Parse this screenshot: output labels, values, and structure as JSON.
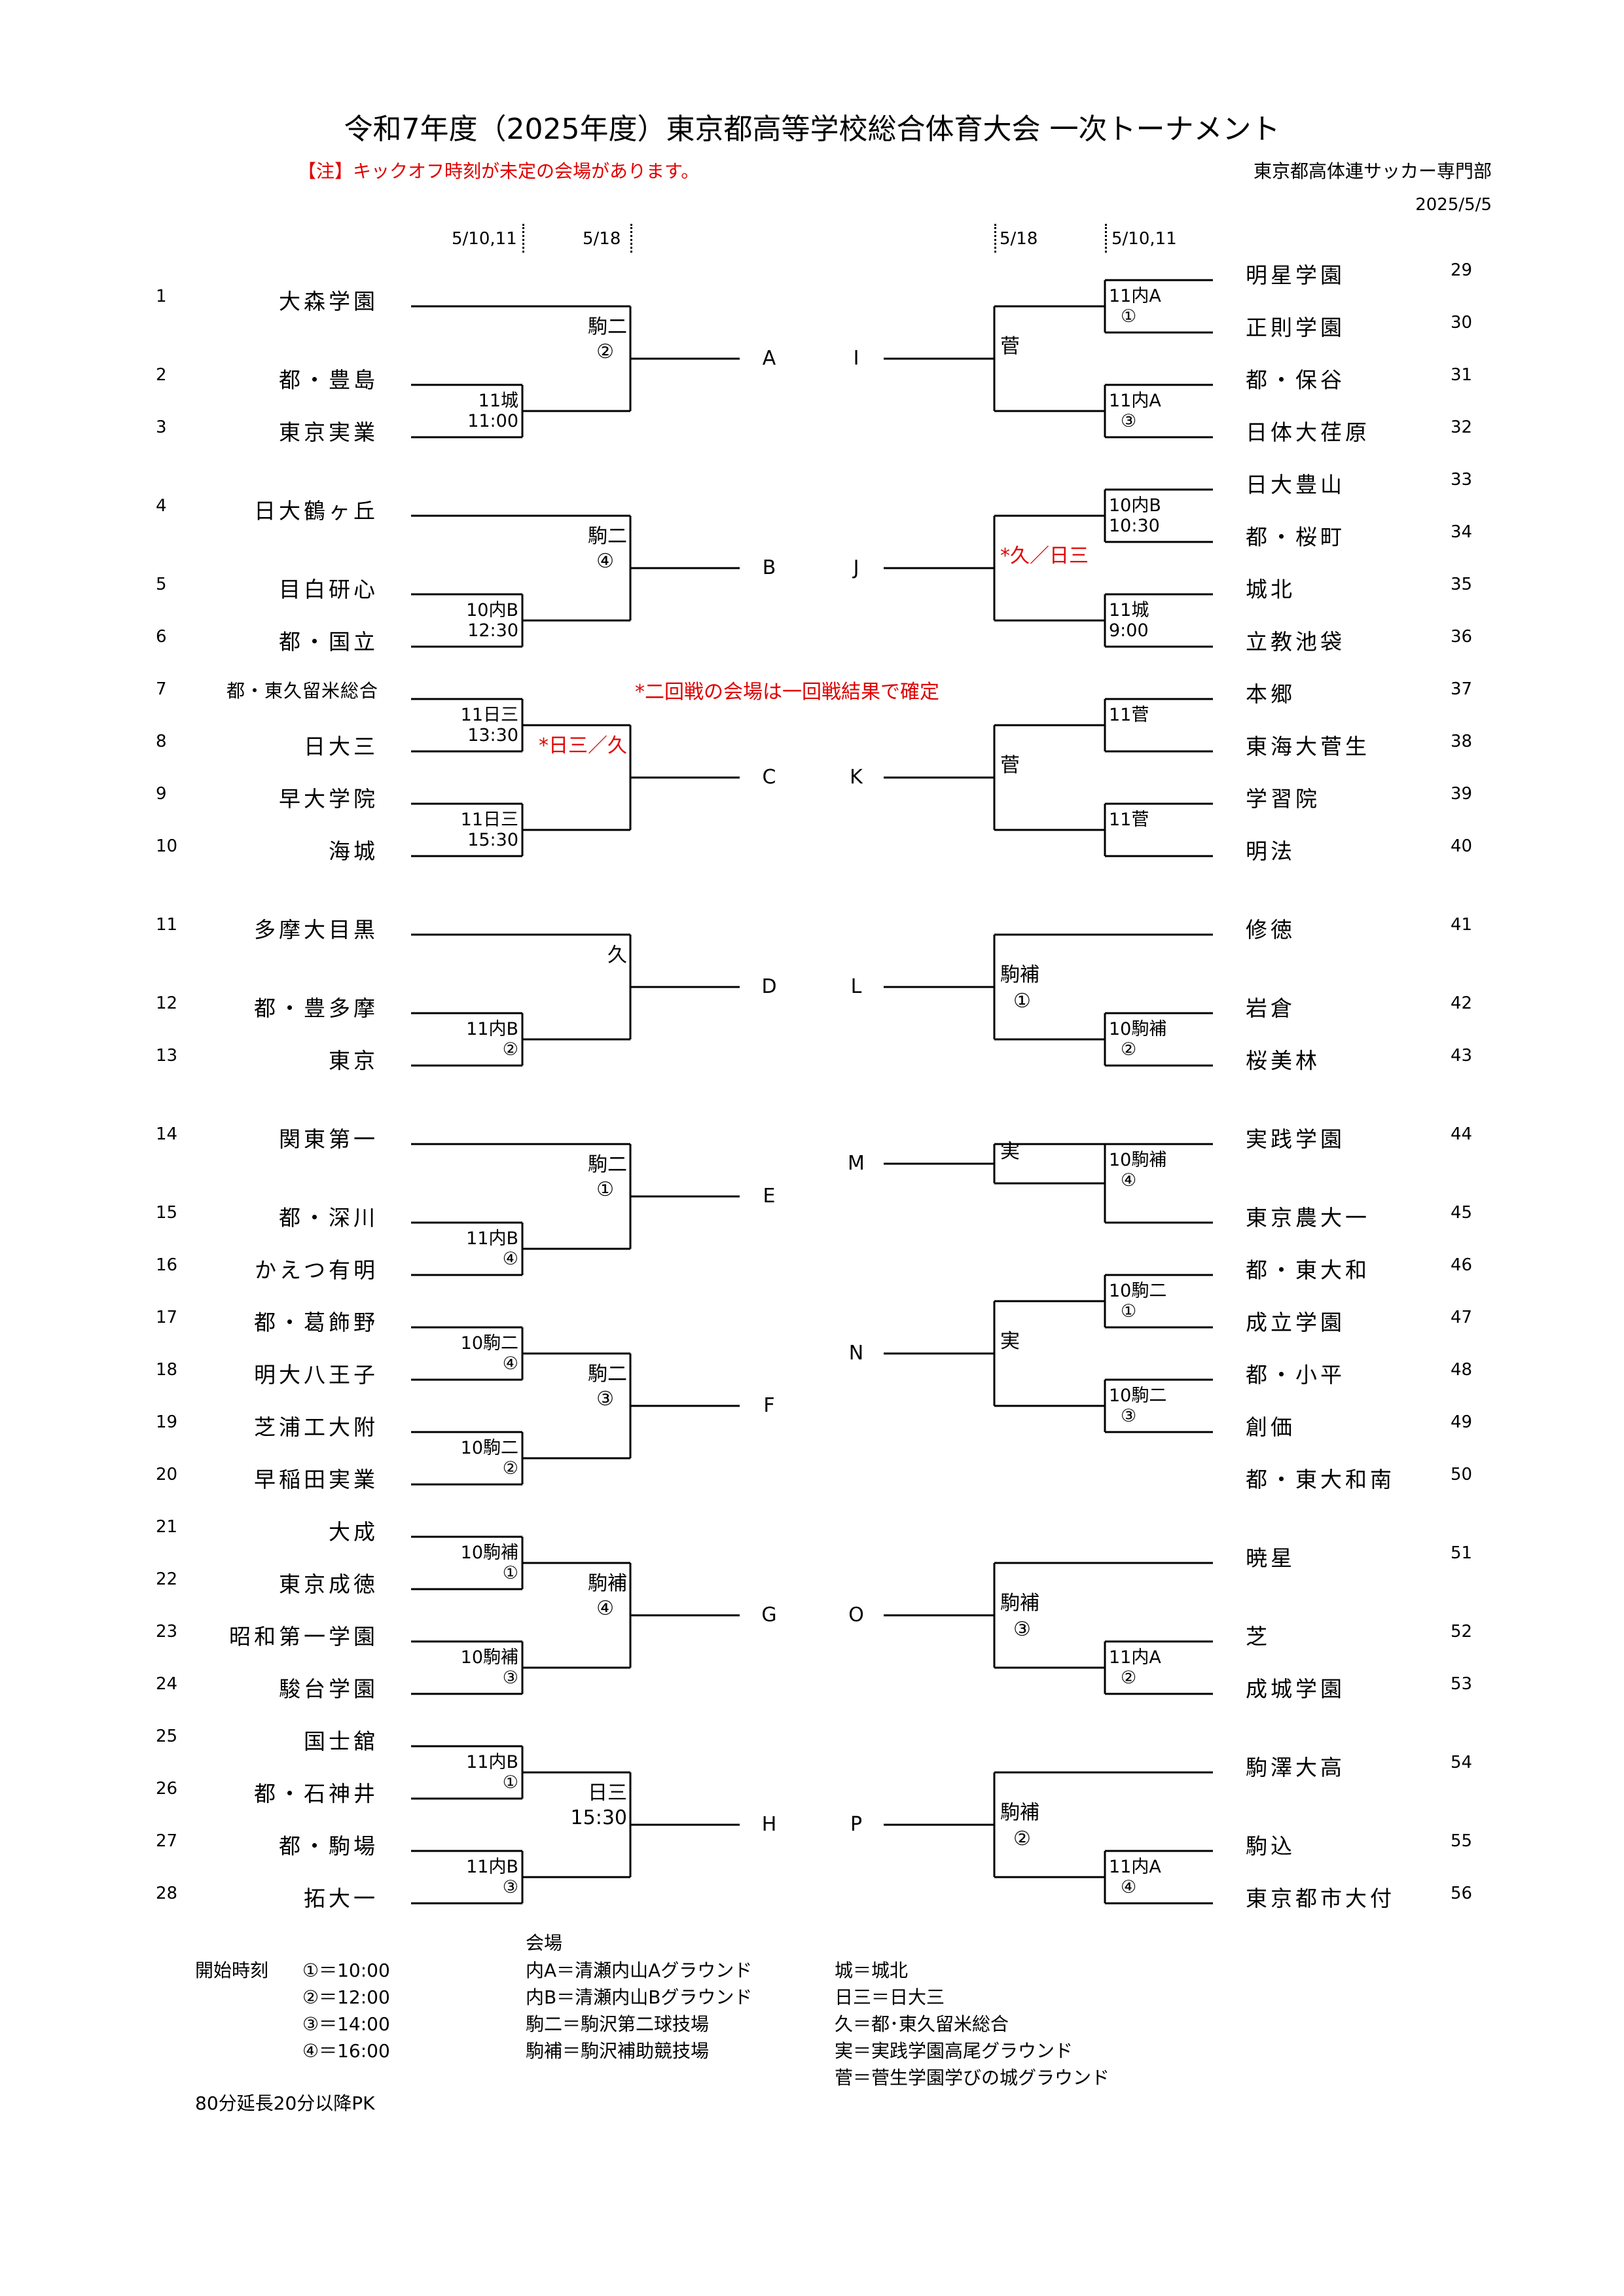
{
  "header": {
    "title": "令和7年度（2025年度）東京都高等学校総合体育大会 一次トーナメント",
    "note": "【注】キックオフ時刻が未定の会場があります。",
    "org": "東京都高体連サッカー専門部",
    "date": "2025/5/5"
  },
  "rounds": {
    "left_r1": "5/10,11",
    "left_r2": "5/18",
    "right_r2": "5/18",
    "right_r1": "5/10,11"
  },
  "teams": [
    {
      "n": "1",
      "name": "大森学園"
    },
    {
      "n": "2",
      "name": "都・豊島"
    },
    {
      "n": "3",
      "name": "東京実業"
    },
    {
      "n": "4",
      "name": "日大鶴ヶ丘"
    },
    {
      "n": "5",
      "name": "目白研心"
    },
    {
      "n": "6",
      "name": "都・国立"
    },
    {
      "n": "7",
      "name": "都・東久留米総合"
    },
    {
      "n": "8",
      "name": "日大三"
    },
    {
      "n": "9",
      "name": "早大学院"
    },
    {
      "n": "10",
      "name": "海城"
    },
    {
      "n": "11",
      "name": "多摩大目黒"
    },
    {
      "n": "12",
      "name": "都・豊多摩"
    },
    {
      "n": "13",
      "name": "東京"
    },
    {
      "n": "14",
      "name": "関東第一"
    },
    {
      "n": "15",
      "name": "都・深川"
    },
    {
      "n": "16",
      "name": "かえつ有明"
    },
    {
      "n": "17",
      "name": "都・葛飾野"
    },
    {
      "n": "18",
      "name": "明大八王子"
    },
    {
      "n": "19",
      "name": "芝浦工大附"
    },
    {
      "n": "20",
      "name": "早稲田実業"
    },
    {
      "n": "21",
      "name": "大成"
    },
    {
      "n": "22",
      "name": "東京成徳"
    },
    {
      "n": "23",
      "name": "昭和第一学園"
    },
    {
      "n": "24",
      "name": "駿台学園"
    },
    {
      "n": "25",
      "name": "国士舘"
    },
    {
      "n": "26",
      "name": "都・石神井"
    },
    {
      "n": "27",
      "name": "都・駒場"
    },
    {
      "n": "28",
      "name": "拓大一"
    },
    {
      "n": "29",
      "name": "明星学園"
    },
    {
      "n": "30",
      "name": "正則学園"
    },
    {
      "n": "31",
      "name": "都・保谷"
    },
    {
      "n": "32",
      "name": "日体大荏原"
    },
    {
      "n": "33",
      "name": "日大豊山"
    },
    {
      "n": "34",
      "name": "都・桜町"
    },
    {
      "n": "35",
      "name": "城北"
    },
    {
      "n": "36",
      "name": "立教池袋"
    },
    {
      "n": "37",
      "name": "本郷"
    },
    {
      "n": "38",
      "name": "東海大菅生"
    },
    {
      "n": "39",
      "name": "学習院"
    },
    {
      "n": "40",
      "name": "明法"
    },
    {
      "n": "41",
      "name": "修徳"
    },
    {
      "n": "42",
      "name": "岩倉"
    },
    {
      "n": "43",
      "name": "桜美林"
    },
    {
      "n": "44",
      "name": "実践学園"
    },
    {
      "n": "45",
      "name": "東京農大一"
    },
    {
      "n": "46",
      "name": "都・東大和"
    },
    {
      "n": "47",
      "name": "成立学園"
    },
    {
      "n": "48",
      "name": "都・小平"
    },
    {
      "n": "49",
      "name": "創価"
    },
    {
      "n": "50",
      "name": "都・東大和南"
    },
    {
      "n": "51",
      "name": "暁星"
    },
    {
      "n": "52",
      "name": "芝"
    },
    {
      "n": "53",
      "name": "成城学園"
    },
    {
      "n": "54",
      "name": "駒澤大高"
    },
    {
      "n": "55",
      "name": "駒込"
    },
    {
      "n": "56",
      "name": "東京都市大付"
    }
  ],
  "first_round": [
    {
      "l1": "11城",
      "l2": "11:00"
    },
    {
      "l1": "10内B",
      "l2": "12:30"
    },
    {
      "l1": "11日三",
      "l2": "13:30"
    },
    {
      "l1": "11日三",
      "l2": "15:30"
    },
    {
      "l1": "11内B",
      "l2": "②"
    },
    {
      "l1": "11内B",
      "l2": "④"
    },
    {
      "l1": "10駒二",
      "l2": "④"
    },
    {
      "l1": "10駒二",
      "l2": "②"
    },
    {
      "l1": "10駒補",
      "l2": "①"
    },
    {
      "l1": "10駒補",
      "l2": "③"
    },
    {
      "l1": "11内B",
      "l2": "①"
    },
    {
      "l1": "11内B",
      "l2": "③"
    },
    {
      "l1": "11内A",
      "l2": "①"
    },
    {
      "l1": "11内A",
      "l2": "③"
    },
    {
      "l1": "10内B",
      "l2": "10:30"
    },
    {
      "l1": "11城",
      "l2": "9:00"
    },
    {
      "l1": "11菅",
      "l2": ""
    },
    {
      "l1": "11菅",
      "l2": ""
    },
    {
      "l1": "10駒補",
      "l2": "②"
    },
    {
      "l1": "10駒補",
      "l2": "④"
    },
    {
      "l1": "10駒二",
      "l2": "①"
    },
    {
      "l1": "10駒二",
      "l2": "③"
    },
    {
      "l1": "11内A",
      "l2": "②"
    },
    {
      "l1": "11内A",
      "l2": "④"
    }
  ],
  "second_round": [
    {
      "l1": "駒二",
      "l2": "②",
      "red": false
    },
    {
      "l1": "駒二",
      "l2": "④",
      "red": false
    },
    {
      "l1": "*日三／久",
      "l2": "",
      "red": true
    },
    {
      "l1": "久",
      "l2": "",
      "red": false
    },
    {
      "l1": "駒二",
      "l2": "①",
      "red": false
    },
    {
      "l1": "駒二",
      "l2": "③",
      "red": false
    },
    {
      "l1": "駒補",
      "l2": "④",
      "red": false
    },
    {
      "l1": "日三",
      "l2": "15:30",
      "red": false
    },
    {
      "l1": "菅",
      "l2": "",
      "red": false
    },
    {
      "l1": "*久／日三",
      "l2": "",
      "red": true
    },
    {
      "l1": "菅",
      "l2": "",
      "red": false
    },
    {
      "l1": "駒補",
      "l2": "①",
      "red": false
    },
    {
      "l1": "実",
      "l2": "",
      "red": false
    },
    {
      "l1": "実",
      "l2": "",
      "red": false
    },
    {
      "l1": "駒補",
      "l2": "③",
      "red": false
    },
    {
      "l1": "駒補",
      "l2": "②",
      "red": false
    }
  ],
  "blocks_left": [
    "A",
    "B",
    "C",
    "D",
    "E",
    "F",
    "G",
    "H"
  ],
  "blocks_right": [
    "I",
    "J",
    "K",
    "L",
    "M",
    "N",
    "O",
    "P"
  ],
  "annotation": "*二回戦の会場は一回戦結果で確定",
  "legend": {
    "start_label": "開始時刻",
    "times": [
      "①＝10:00",
      "②＝12:00",
      "③＝14:00",
      "④＝16:00"
    ],
    "venue_label": "会場",
    "venues_a": [
      "内A＝清瀬内山Aグラウンド",
      "内B＝清瀬内山Bグラウンド",
      "駒二＝駒沢第二球技場",
      "駒補＝駒沢補助競技場"
    ],
    "venues_b": [
      "城＝城北",
      "日三＝日大三",
      "久＝都･東久留米総合",
      "実＝実践学園高尾グラウンド",
      "菅＝菅生学園学びの城グラウンド"
    ],
    "rule": "80分延長20分以降PK"
  }
}
